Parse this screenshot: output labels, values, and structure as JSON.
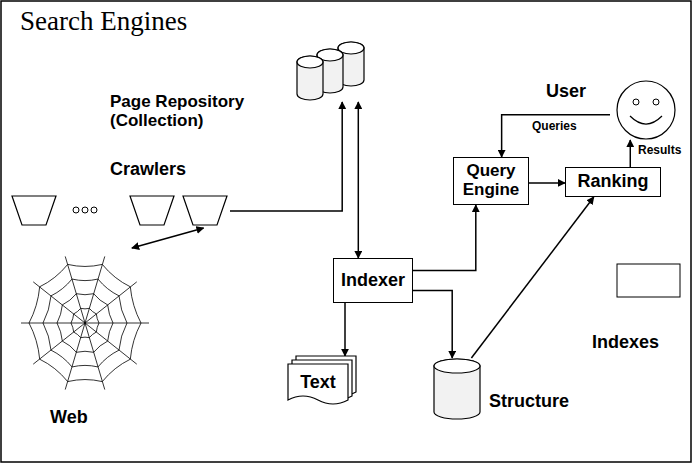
{
  "diagram": {
    "title": "Search Engines",
    "nodes": [
      {
        "text": [
          "Page Repository (Collection)"
        ]
      },
      {
        "text": [
          "Crawlers"
        ]
      },
      {
        "text": [
          "Web"
        ]
      },
      {
        "text": [
          "Indexer"
        ]
      },
      {
        "text": [
          "Text"
        ]
      },
      {
        "text": [
          "Structure"
        ]
      },
      {
        "text": [
          "Query Engine"
        ]
      },
      {
        "text": [
          "Ranking"
        ]
      },
      {
        "text": [
          "User"
        ]
      }
    ],
    "edges": [
      {
        "from": 1,
        "to": 2,
        "arrow": "both"
      },
      {
        "from": 1,
        "to": 0,
        "arrow": "to"
      },
      {
        "from": 0,
        "to": 3,
        "arrow": "both"
      },
      {
        "from": 3,
        "to": 4,
        "arrow": "to"
      },
      {
        "from": 3,
        "to": 5,
        "arrow": "to"
      },
      {
        "from": 3,
        "to": 6,
        "arrow": "to"
      },
      {
        "from": 5,
        "to": 7,
        "arrow": "to"
      },
      {
        "from": 6,
        "to": 7,
        "arrow": "to"
      },
      {
        "from": 8,
        "to": 6,
        "label": "Queries",
        "arrow": "to"
      },
      {
        "from": 7,
        "to": 8,
        "label": "Results",
        "arrow": "to"
      }
    ],
    "labels": [
      "Indexes"
    ]
  }
}
